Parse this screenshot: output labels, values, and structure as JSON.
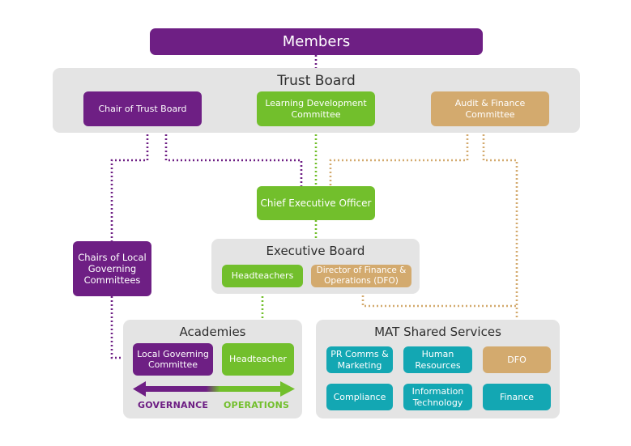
{
  "colors": {
    "governance_purple": "#6e1f84",
    "operations_green": "#72bf2c",
    "finance_tan": "#d3aa6e",
    "services_teal": "#13a7b3",
    "panel_grey": "#e4e4e4"
  },
  "members": {
    "label": "Members"
  },
  "trust_board": {
    "title": "Trust Board",
    "chair": "Chair of Trust Board",
    "learning_committee": "Learning Development\nCommittee",
    "audit_committee": "Audit & Finance\nCommittee"
  },
  "ceo": {
    "label": "Chief Executive Officer"
  },
  "executive_board": {
    "title": "Executive Board",
    "headteachers": "Headteachers",
    "dfo": "Director of Finance &\nOperations (DFO)"
  },
  "chairs_lgc": {
    "label": "Chairs of Local\nGoverning\nCommittees"
  },
  "academies": {
    "title": "Academies",
    "lgc": "Local Governing\nCommittee",
    "headteacher": "Headteacher",
    "governance_label": "GOVERNANCE",
    "operations_label": "OPERATIONS"
  },
  "shared_services": {
    "title": "MAT Shared Services",
    "items": [
      "PR Comms &\nMarketing",
      "Human\nResources",
      "DFO",
      "Compliance",
      "Information\nTechnology",
      "Finance"
    ]
  }
}
